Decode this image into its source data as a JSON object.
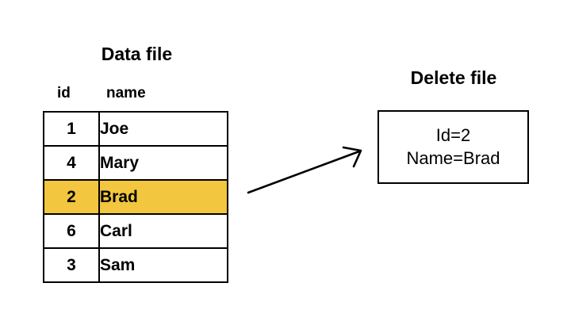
{
  "diagram": {
    "data_file": {
      "title": "Data file",
      "columns": [
        "id",
        "name"
      ],
      "rows": [
        {
          "id": "1",
          "name": "Joe",
          "highlighted": false
        },
        {
          "id": "4",
          "name": "Mary",
          "highlighted": false
        },
        {
          "id": "2",
          "name": "Brad",
          "highlighted": true
        },
        {
          "id": "6",
          "name": "Carl",
          "highlighted": false
        },
        {
          "id": "3",
          "name": "Sam",
          "highlighted": false
        }
      ]
    },
    "arrow": {
      "icon": "arrow-right-icon"
    },
    "delete_file": {
      "title": "Delete file",
      "lines": [
        "Id=2",
        "Name=Brad"
      ]
    },
    "colors": {
      "highlight": "#f2c63e",
      "stroke": "#000000",
      "background": "#ffffff"
    }
  }
}
